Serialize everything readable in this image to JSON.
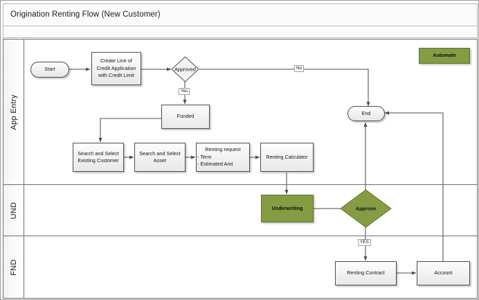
{
  "header": {
    "title": "Origination Renting Flow (New Customer)",
    "subbar_text": ""
  },
  "legend": {
    "automate_label": "Automate",
    "automate_color": "#869c43"
  },
  "colors": {
    "green_fill": "#869c43",
    "green_stroke": "#5f7030",
    "node_stroke": "#4c4c4c",
    "lane_stroke": "#6d6d6d",
    "connector": "#595959",
    "canvas": "#ffffff"
  },
  "lanes": [
    {
      "id": "app-entry",
      "label": "App Entry"
    },
    {
      "id": "und",
      "label": "UND"
    },
    {
      "id": "fnd",
      "label": "FND"
    }
  ],
  "nodes": {
    "start": {
      "label": "Start",
      "shape": "terminator",
      "lane": "app-entry"
    },
    "create_loc": {
      "label": "Create Line of Credit Application with Credit Limit",
      "shape": "process",
      "lane": "app-entry"
    },
    "approved": {
      "label": "Approved",
      "shape": "decision",
      "lane": "app-entry"
    },
    "funded": {
      "label": "Funded",
      "shape": "process",
      "lane": "app-entry"
    },
    "search_customer": {
      "label": "Search and Select Existing Customer",
      "shape": "process",
      "lane": "app-entry"
    },
    "search_asset": {
      "label": "Search and Select Asset",
      "shape": "process",
      "lane": "app-entry"
    },
    "renting_request": {
      "title": "Renting request",
      "line2": "- Term",
      "line3": "- Estimated Amt",
      "shape": "process",
      "lane": "app-entry"
    },
    "renting_calc": {
      "label": "Renting Calculator",
      "shape": "process",
      "lane": "app-entry"
    },
    "end": {
      "label": "End",
      "shape": "terminator",
      "lane": "app-entry"
    },
    "underwriting": {
      "label": "Underwriting",
      "shape": "process",
      "style": "green",
      "lane": "und"
    },
    "approve": {
      "label": "Approve",
      "shape": "decision",
      "style": "green",
      "lane": "und"
    },
    "renting_contract": {
      "label": "Renting Contract",
      "shape": "process",
      "lane": "fnd"
    },
    "account": {
      "label": "Account",
      "shape": "process",
      "lane": "fnd"
    }
  },
  "edge_labels": {
    "approved_yes": "Yes",
    "approved_no": "No",
    "approve_yes": "YES"
  },
  "chart_data": {
    "type": "diagram",
    "diagram_type": "swimlane-flowchart",
    "title": "Origination Renting Flow (New Customer)",
    "lanes": [
      "App Entry",
      "UND",
      "FND"
    ],
    "edges": [
      {
        "from": "start",
        "to": "create_loc",
        "label": ""
      },
      {
        "from": "create_loc",
        "to": "approved",
        "label": ""
      },
      {
        "from": "approved",
        "to": "funded",
        "label": "Yes"
      },
      {
        "from": "approved",
        "to": "end",
        "label": "No"
      },
      {
        "from": "funded",
        "to": "search_customer",
        "label": ""
      },
      {
        "from": "search_customer",
        "to": "search_asset",
        "label": ""
      },
      {
        "from": "search_asset",
        "to": "renting_request",
        "label": ""
      },
      {
        "from": "renting_request",
        "to": "renting_calc",
        "label": ""
      },
      {
        "from": "renting_calc",
        "to": "underwriting",
        "label": ""
      },
      {
        "from": "underwriting",
        "to": "approve",
        "label": ""
      },
      {
        "from": "approve",
        "to": "end",
        "label": ""
      },
      {
        "from": "approve",
        "to": "renting_contract",
        "label": "YES"
      },
      {
        "from": "renting_contract",
        "to": "account",
        "label": ""
      },
      {
        "from": "account",
        "to": "end",
        "label": ""
      }
    ]
  }
}
